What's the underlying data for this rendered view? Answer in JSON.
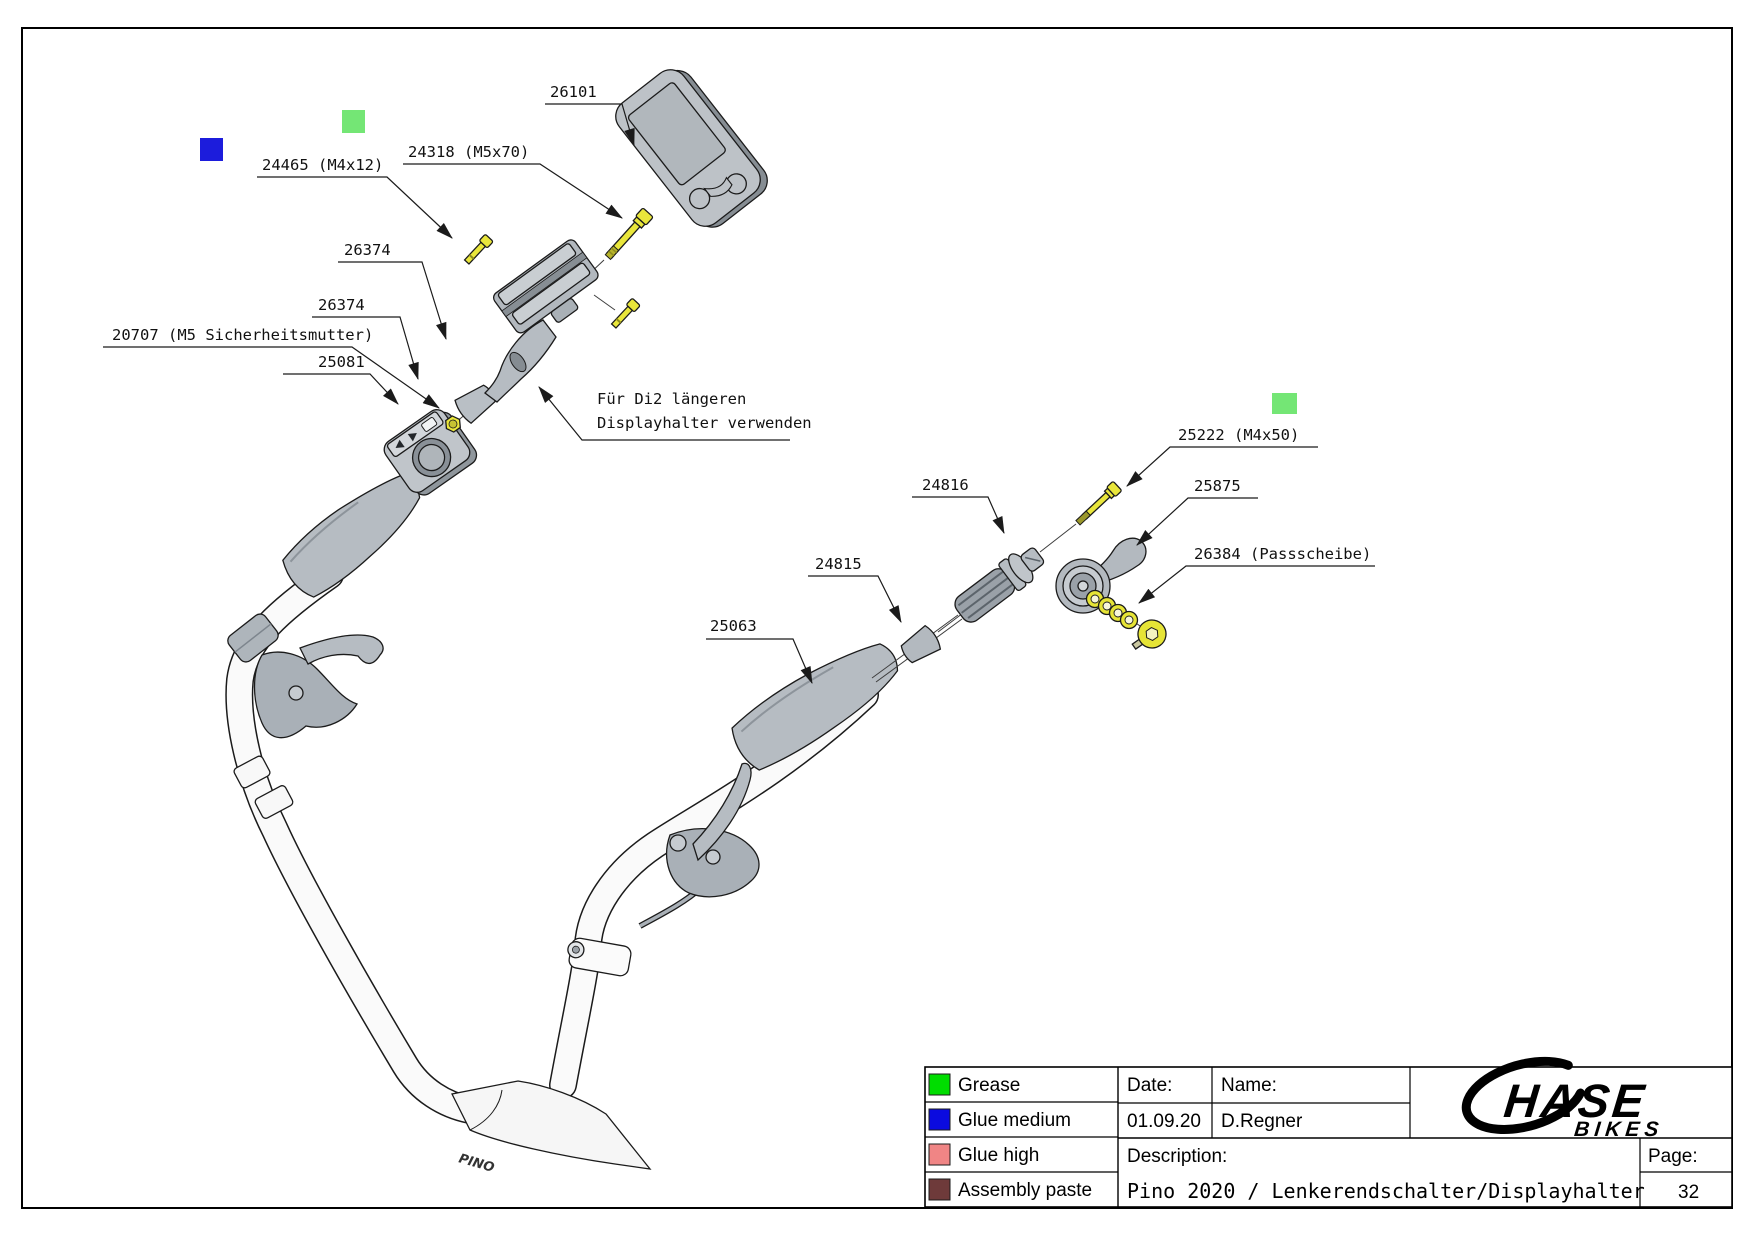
{
  "drawing": {
    "frame_text": "PINO"
  },
  "labels": {
    "p26101": "26101",
    "p24318": "24318 (M5x70)",
    "p24465": "24465 (M4x12)",
    "p26374a": "26374",
    "p26374b": "26374",
    "p20707": "20707 (M5 Sicherheitsmutter)",
    "p25081": "25081",
    "note_line1": "Für Di2 längeren",
    "note_line2": "Displayhalter verwenden",
    "p25222": "25222 (M4x50)",
    "p24816": "24816",
    "p25875": "25875",
    "p24815": "24815",
    "p26384": "26384 (Passscheibe)",
    "p25063": "25063"
  },
  "markers": {
    "diagram_grease_color": "#74e675",
    "diagram_glue_medium_color": "#1c1cdc"
  },
  "legend": {
    "items": [
      {
        "label": "Grease",
        "color": "#00dd00"
      },
      {
        "label": "Glue medium",
        "color": "#0b0bdf"
      },
      {
        "label": "Glue high",
        "color": "#f08585"
      },
      {
        "label": "Assembly paste",
        "color": "#6e3a3a"
      }
    ]
  },
  "title_block": {
    "date_label": "Date:",
    "date_value": "01.09.20",
    "name_label": "Name:",
    "name_value": "D.Regner",
    "description_label": "Description:",
    "description_value": "Pino 2020 / Lenkerendschalter/Displayhalter",
    "page_label": "Page:",
    "page_value": "32"
  },
  "brand": {
    "name": "HASE",
    "sub": "BIKES"
  }
}
